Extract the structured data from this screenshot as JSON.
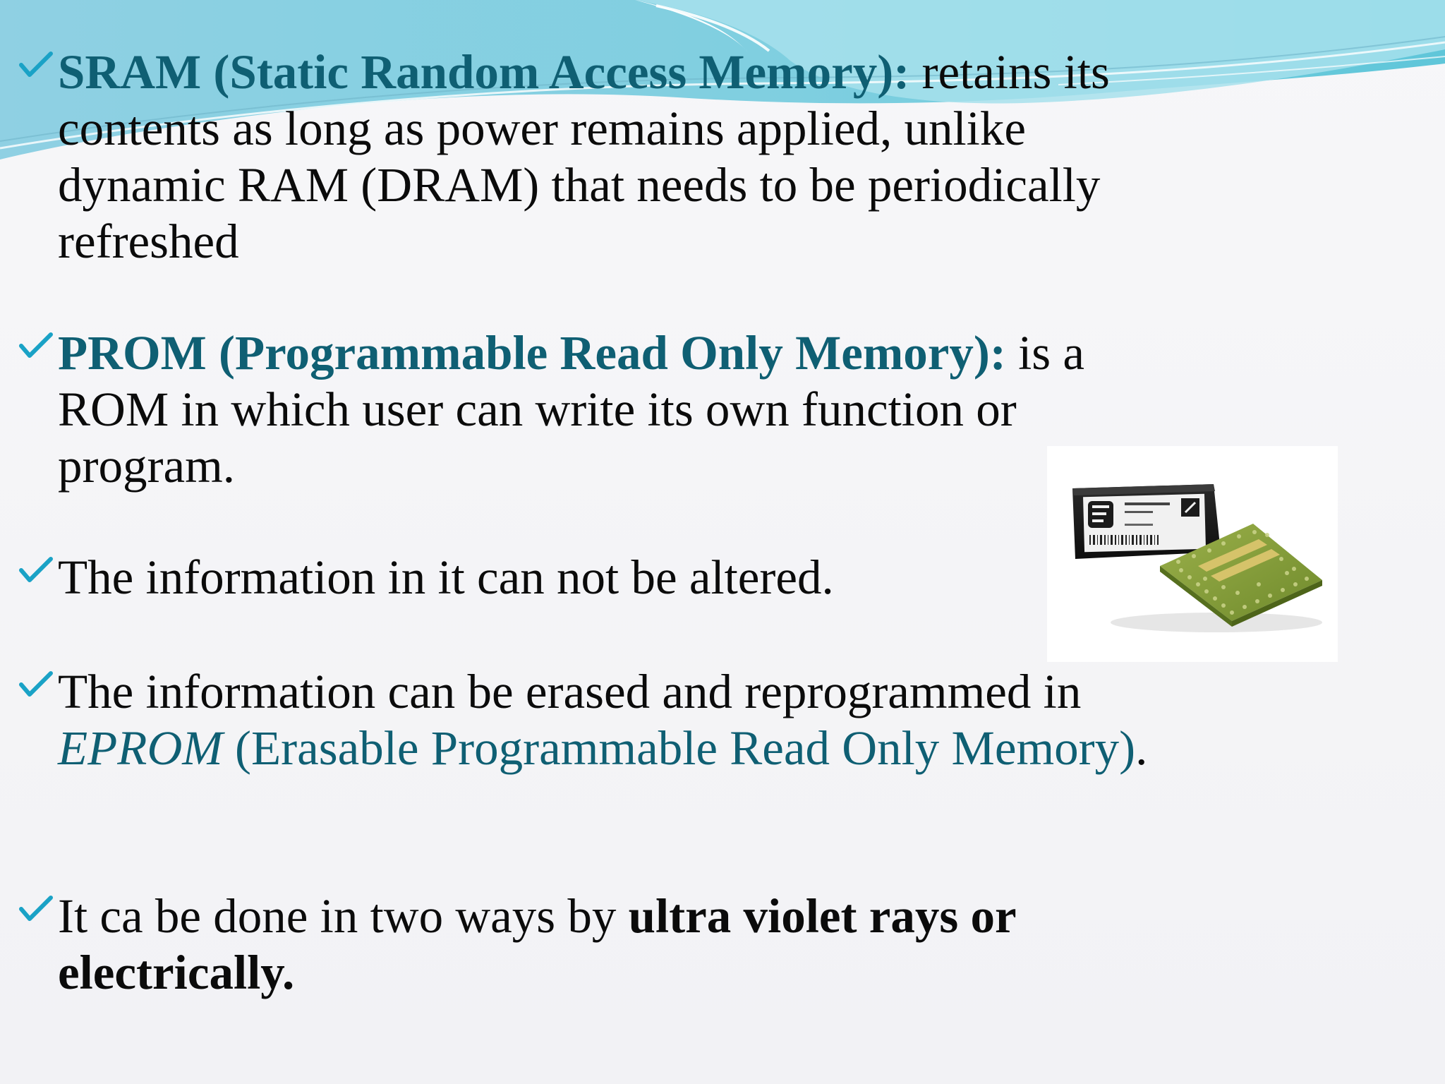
{
  "bullets": [
    {
      "term": "SRAM (Static Random Access Memory):",
      "text": " retains its contents as long as power remains applied, unlike dynamic RAM (DRAM) that needs to be periodically refreshed"
    },
    {
      "term": "PROM (Programmable Read Only Memory):",
      "text": " is a ROM in which user can write its own function or program."
    },
    {
      "text": "The information in it can not be altered."
    },
    {
      "text": "The information can be erased and reprogrammed in ",
      "term_em": "EPROM",
      "term_rest": " (Erasable Programmable Read Only Memory)",
      "end": "."
    },
    {
      "text": "It ca be done in two ways by ",
      "strong": "ultra violet rays or electrically."
    }
  ],
  "image": {
    "icon": "memory-chip-photo"
  },
  "colors": {
    "accent": "#0f5f73",
    "text": "#0b0b0b",
    "check": "#1aa2c6"
  }
}
